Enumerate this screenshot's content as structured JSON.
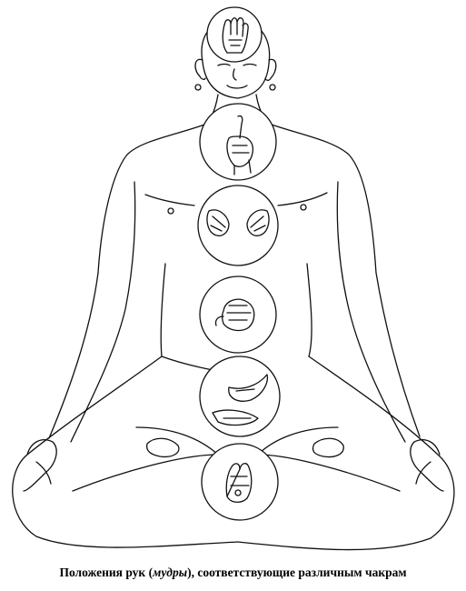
{
  "caption": {
    "before": "Положения рук (",
    "italic": "мудры",
    "after": "), соответствующие различным чакрам"
  },
  "colors": {
    "line": "#111111",
    "background": "#ffffff"
  },
  "chakras": [
    {
      "id": "crown",
      "icon": "open-palm-mudra-icon"
    },
    {
      "id": "throat",
      "icon": "pointing-finger-mudra-icon"
    },
    {
      "id": "heart",
      "icon": "paired-hands-mudra-icon"
    },
    {
      "id": "navel",
      "icon": "fist-mudra-icon"
    },
    {
      "id": "sacral",
      "icon": "cupped-hands-mudra-icon"
    },
    {
      "id": "root",
      "icon": "joined-fingers-mudra-icon"
    }
  ]
}
